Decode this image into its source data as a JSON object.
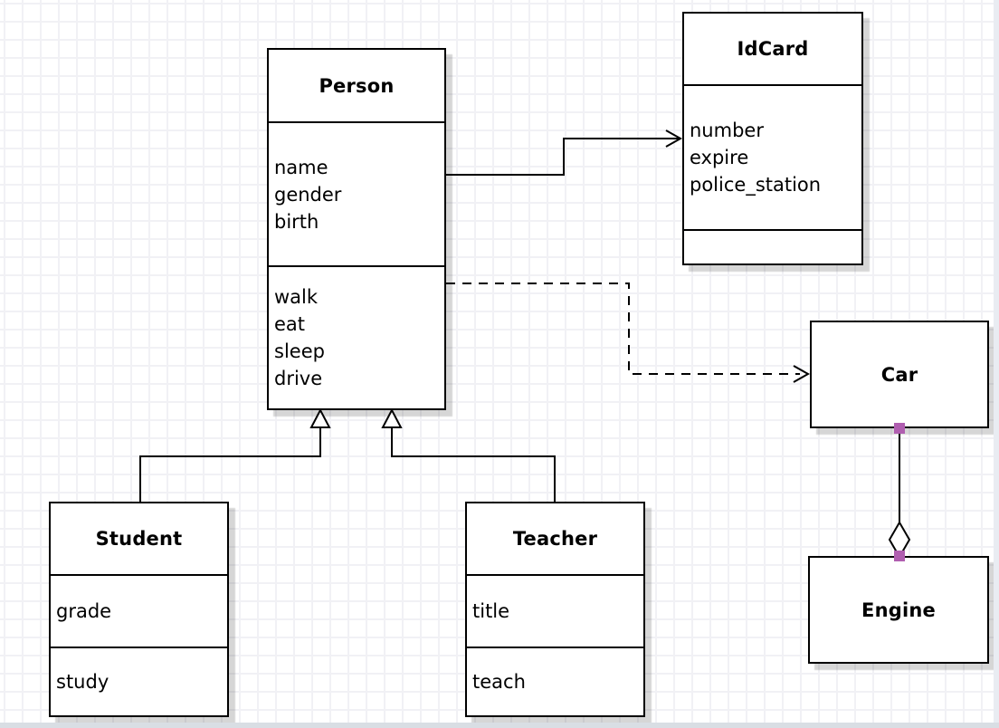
{
  "diagram_type": "uml-class-diagram",
  "colors": {
    "canvas_bg": "#ffffff",
    "grid_line": "#f1f1f5",
    "box_fill": "#ffffff",
    "box_border": "#000000",
    "box_shadow": "rgba(0,0,0,0.16)",
    "link_endpoint_handle": "#b05eb0"
  },
  "classes": [
    {
      "title": "Person",
      "attributes": [
        "name",
        "gender",
        "birth"
      ],
      "methods": [
        "walk",
        "eat",
        "sleep",
        "drive"
      ]
    },
    {
      "title": "IdCard",
      "attributes": [
        "number",
        "expire",
        "police_station"
      ],
      "methods": []
    },
    {
      "title": "Car",
      "attributes": [],
      "methods": []
    },
    {
      "title": "Engine",
      "attributes": [],
      "methods": []
    },
    {
      "title": "Student",
      "attributes": [
        "grade"
      ],
      "methods": [
        "study"
      ]
    },
    {
      "title": "Teacher",
      "attributes": [
        "title"
      ],
      "methods": [
        "teach"
      ]
    }
  ],
  "relationships": [
    {
      "from": "Person",
      "to": "IdCard",
      "type": "directed-association",
      "line": "solid",
      "arrowhead": "open-arrow"
    },
    {
      "from": "Person",
      "to": "Car",
      "type": "dependency",
      "line": "dashed",
      "arrowhead": "open-arrow"
    },
    {
      "from": "Student",
      "to": "Person",
      "type": "generalization",
      "line": "solid",
      "arrowhead": "hollow-triangle"
    },
    {
      "from": "Teacher",
      "to": "Person",
      "type": "generalization",
      "line": "solid",
      "arrowhead": "hollow-triangle"
    },
    {
      "from": "Car",
      "to": "Engine",
      "type": "aggregation",
      "line": "solid",
      "arrowhead": "hollow-diamond",
      "endpoint_handles": true
    }
  ]
}
